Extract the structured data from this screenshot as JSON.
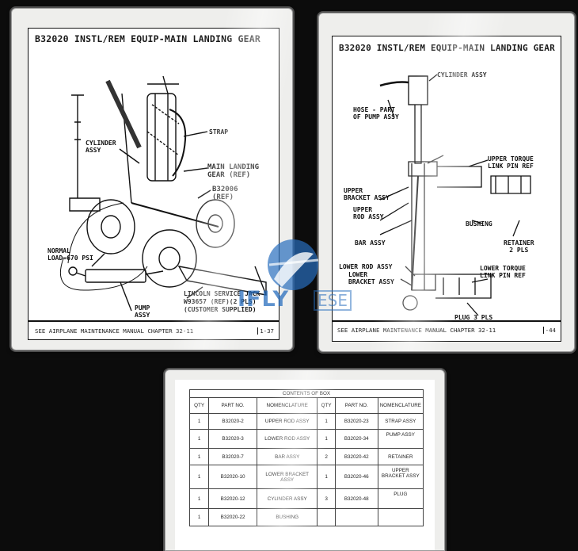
{
  "left_card": {
    "title": "B32020 INSTL/REM EQUIP-MAIN LANDING GEAR",
    "labels": {
      "cylinder_assy": "CYLINDER\nASSY",
      "strap": "STRAP",
      "main_landing_gear": "MAIN LANDING\nGEAR (REF)",
      "b32006": "B32006\n(REF)",
      "normal_load": "NORMAL\nLOAD=670 PSI",
      "pump_assy": "PUMP\nASSY",
      "lincoln_jack": "LINCOLN SERVICE JACK\nW93657 (REF)(2 PLS)\n(CUSTOMER SUPPLIED)"
    },
    "footer": "SEE AIRPLANE MAINTENANCE MANUAL CHAPTER 32-11",
    "page": "1-37"
  },
  "right_card": {
    "title": "B32020 INSTL/REM EQUIP-MAIN LANDING GEAR",
    "labels": {
      "cylinder_assy": "CYLINDER ASSY",
      "hose": "HOSE - PART\nOF PUMP ASSY",
      "upper_torque": "UPPER TORQUE\nLINK PIN REF",
      "upper_bracket": "UPPER\nBRACKET ASSY",
      "upper_rod": "UPPER\nROD ASSY",
      "bushing": "BUSHING",
      "retainer": "RETAINER\n2 PLS",
      "bar_assy": "BAR ASSY",
      "lower_rod": "LOWER ROD ASSY",
      "lower_bracket": "LOWER\nBRACKET ASSY",
      "lower_torque": "LOWER TORQUE\nLINK PIN REF",
      "plug": "PLUG 3 PLS"
    },
    "footer": "SEE AIRPLANE MAINTENANCE MANUAL CHAPTER 32-11",
    "page": "-44"
  },
  "watermark": {
    "brand": "IFLY",
    "suffix": "ESE",
    "color": "#2d6fbf"
  },
  "contents_table": {
    "caption": "CONTENTS OF BOX",
    "headers": [
      "QTY",
      "PART NO.",
      "NOMENCLATURE",
      "QTY",
      "PART NO.",
      "NOMENCLATURE"
    ],
    "rows": [
      [
        "1",
        "B32020-2",
        "UPPER ROD ASSY",
        "1",
        "B32020-23",
        "STRAP ASSY"
      ],
      [
        "1",
        "B32020-3",
        "LOWER ROD ASSY",
        "1",
        "B32020-34",
        "PUMP ASSY"
      ],
      [
        "1",
        "B32020-7",
        "BAR ASSY",
        "2",
        "B32020-42",
        "RETAINER"
      ],
      [
        "1",
        "B32020-10",
        "LOWER BRACKET ASSY",
        "1",
        "B32020-46",
        "UPPER BRACKET ASSY"
      ],
      [
        "1",
        "B32020-12",
        "CYLINDER ASSY",
        "3",
        "B32020-48",
        "PLUG"
      ],
      [
        "1",
        "B32020-22",
        "BUSHING",
        "",
        "",
        ""
      ]
    ]
  }
}
